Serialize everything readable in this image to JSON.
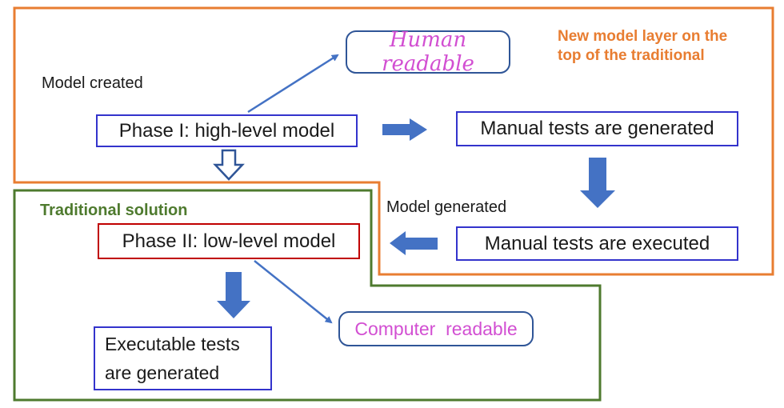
{
  "colors": {
    "orange_region": "#E87D31",
    "green_region": "#4E7A2E",
    "node_border_blue": "#3333CC",
    "node_border_red": "#C00000",
    "rounded_border_blue": "#2F5597",
    "arrow_blue": "#4472C4",
    "magenta_text": "#D24FD2",
    "text": "#1A1A1A"
  },
  "regions": {
    "new_layer_label": "New model layer on the\ntop of the traditional",
    "traditional_label": "Traditional solution"
  },
  "nodes": {
    "phase1": "Phase I: high-level model",
    "manual_generated": "Manual tests are generated",
    "manual_executed": "Manual tests are executed",
    "phase2": "Phase II: low-level model",
    "executable_tests": "Executable tests are generated",
    "human_readable": "Human readable",
    "computer_readable": "Computer  readable"
  },
  "labels": {
    "model_created": "Model created",
    "model_generated": "Model generated"
  }
}
